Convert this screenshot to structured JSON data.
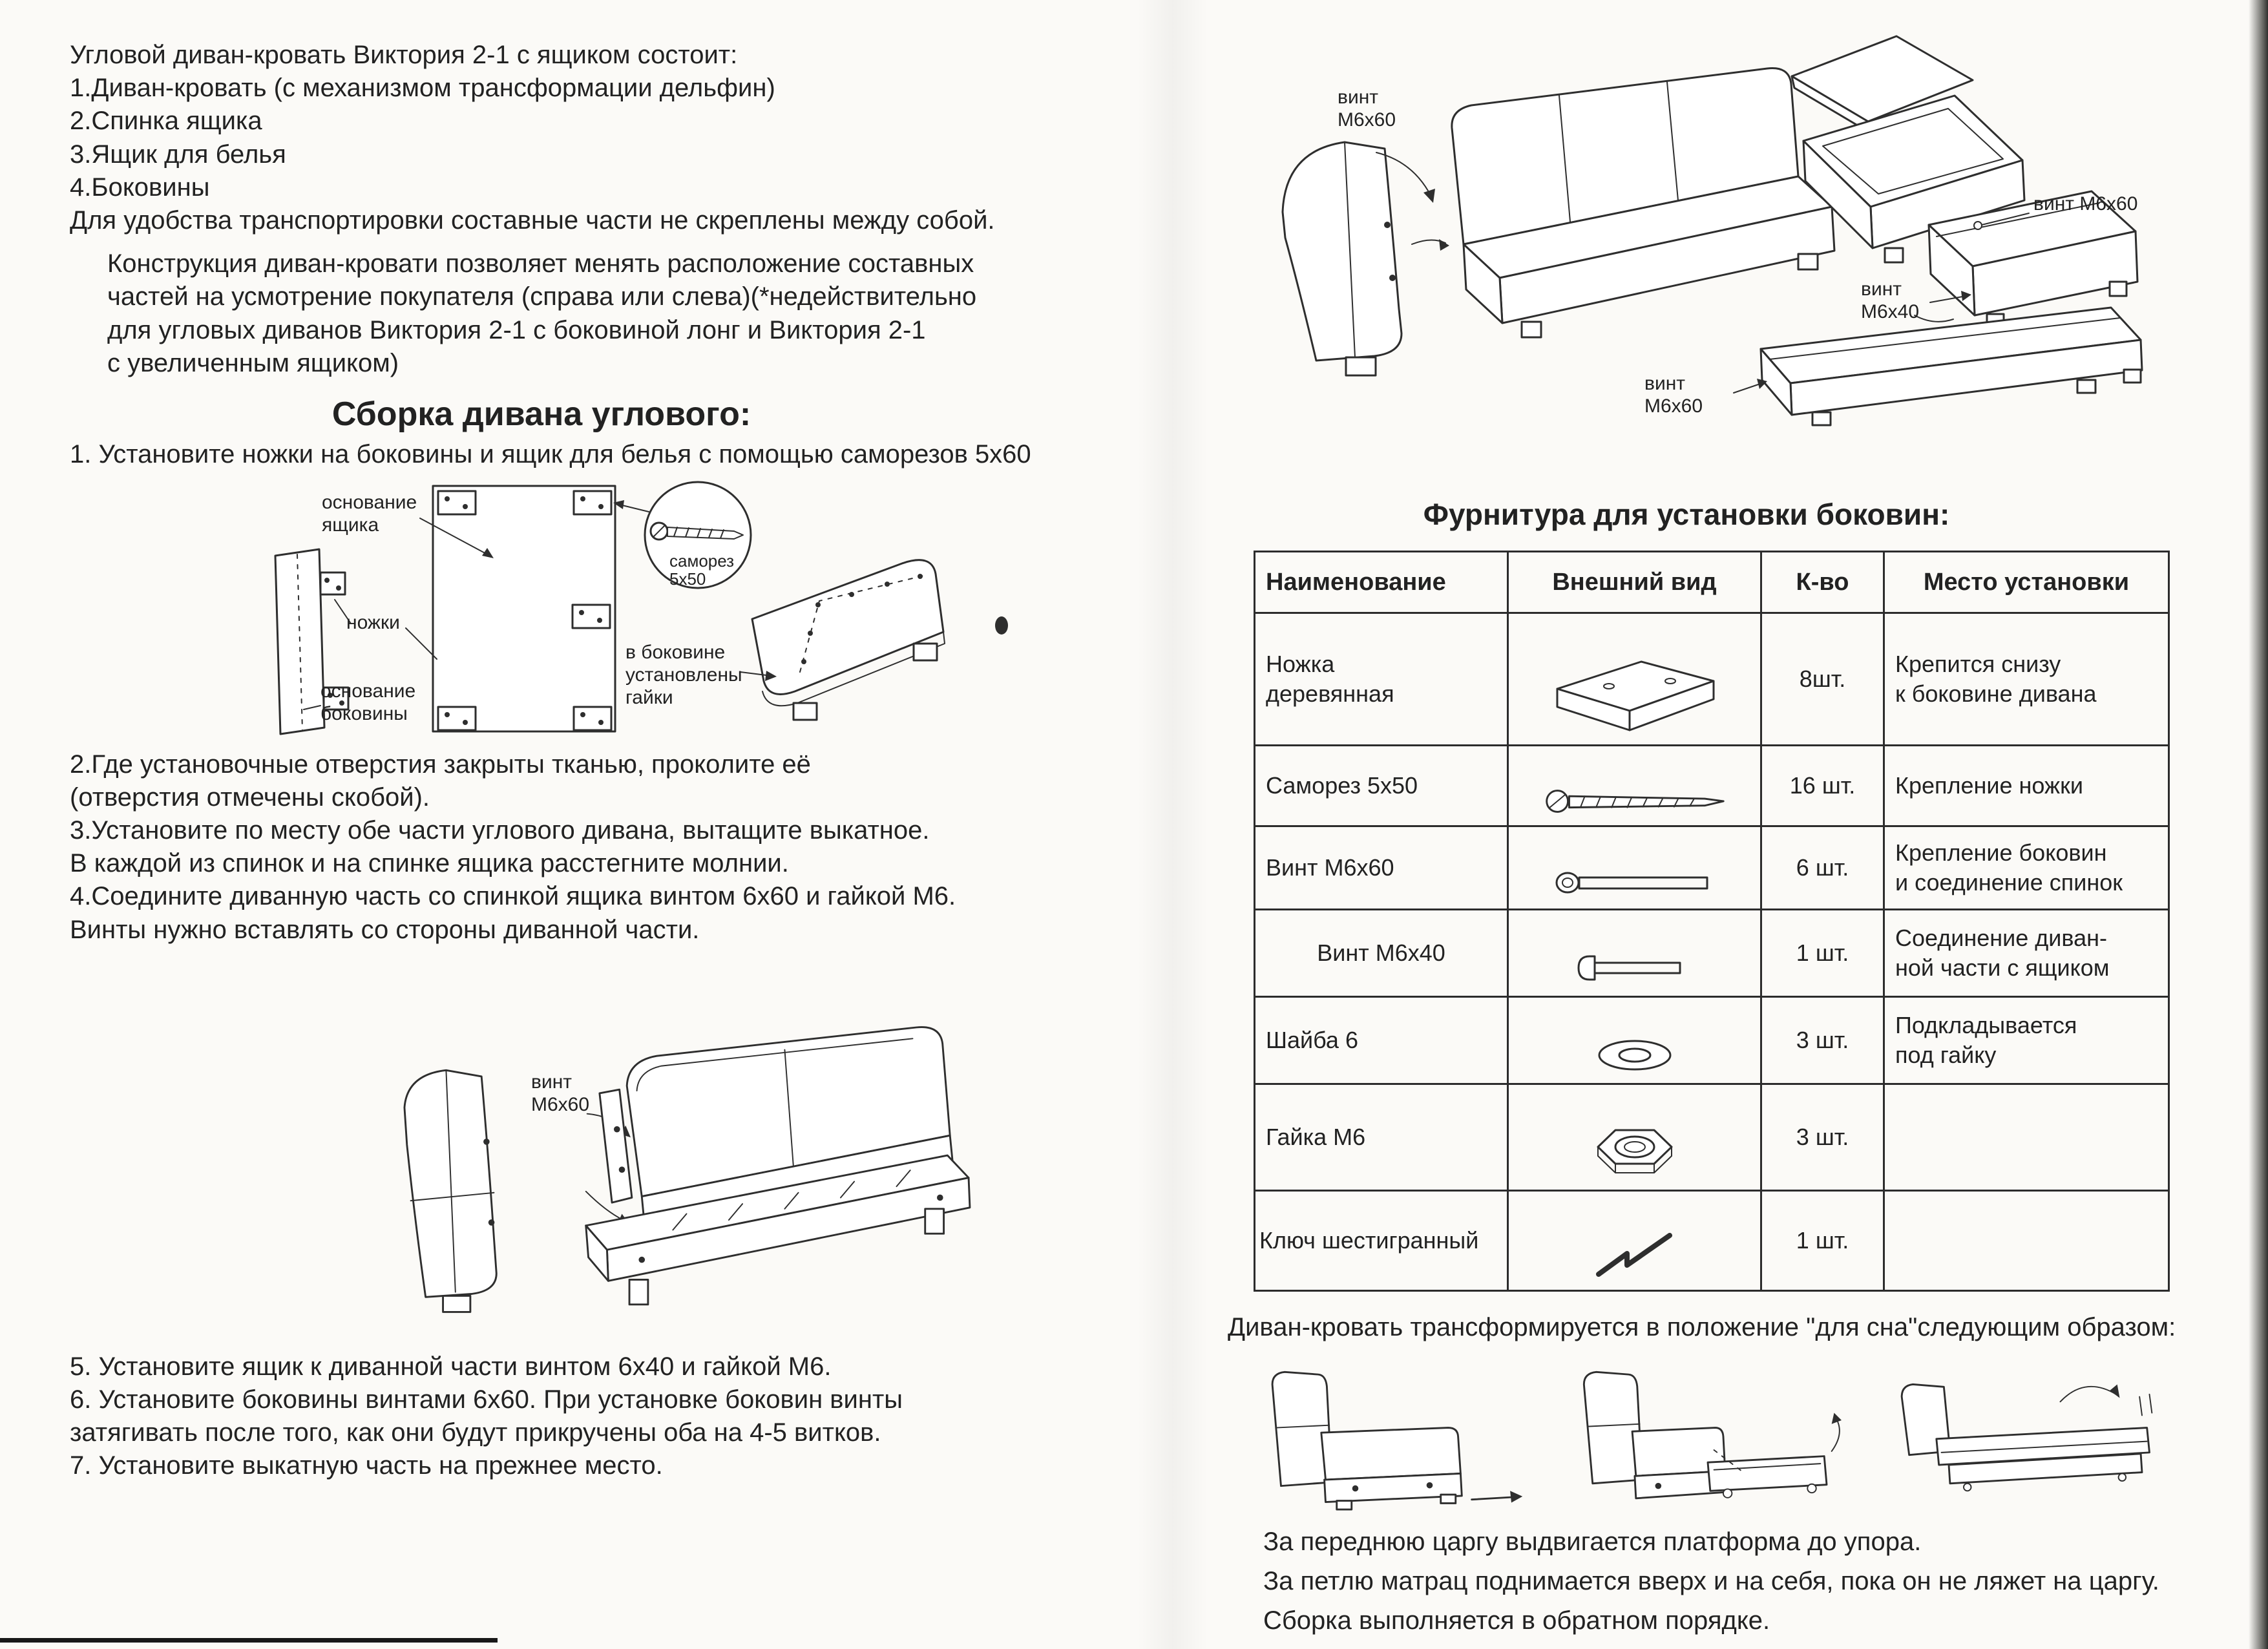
{
  "left": {
    "intro_title": "Угловой диван-кровать Виктория 2-1 с ящиком состоит:",
    "parts": [
      "1.Диван-кровать  (с механизмом трансформации дельфин)",
      "2.Спинка ящика",
      "3.Ящик для белья",
      "4.Боковины"
    ],
    "transport_note": "Для удобства транспортировки составные части не скреплены между собой.",
    "construction_note": "Конструкция диван-кровати позволяет менять расположение составных\nчастей на усмотрение покупателя (справа или слева)(*недействительно\nдля угловых диванов Виктория 2-1 с боковиной лонг и Виктория 2-1\nс увеличенным ящиком)",
    "assembly_heading": "Сборка дивана углового:",
    "steps": [
      "1. Установите ножки на боковины и ящик для белья с помощью саморезов 5х60",
      "2.Где установочные отверстия закрыты тканью, проколите её\n(отверстия отмечены скобой).",
      "3.Установите по месту обе части углового дивана, вытащите выкатное.\nВ каждой из спинок и на спинке ящика расстегните молнии.",
      "4.Соедините диванную часть со спинкой ящика винтом 6х60 и гайкой М6.\nВинты нужно вставлять со стороны диванной части.",
      "5. Установите ящик к диванной части винтом 6х40 и гайкой М6.",
      "6. Установите боковины  винтами 6х60. При установке боковин винты\nзатягивать после того, как они будут прикручены оба на 4-5 витков.",
      "7.  Установите выкатную часть на прежнее место."
    ],
    "diagram_legs": {
      "drawer_base": "основание\nящика",
      "legs": "ножки",
      "side_base": "основание\nбоковины",
      "screw": "саморез\n5х50",
      "nuts_note": "в боковине\nустановлены\nгайки"
    },
    "diagram_back": {
      "bolt": "винт\nМ6х60"
    }
  },
  "right": {
    "sofa_labels": {
      "left_bolt": "винт\nМ6х60",
      "right_bolt": "винт М6х60",
      "mid_bolt": "винт\nМ6х40",
      "bottom_bolt": "винт\nМ6х60"
    },
    "hardware_heading": "Фурнитура для установки боковин:",
    "table": {
      "headers": [
        "Наименование",
        "Внешний вид",
        "К-во",
        "Место установки"
      ],
      "rows": [
        {
          "name": "Ножка\nдеревянная",
          "qty": "8шт.",
          "place": "Крепится снизу\nк боковине дивана"
        },
        {
          "name": "Саморез 5х50",
          "qty": "16 шт.",
          "place": "Крепление ножки"
        },
        {
          "name": "Винт М6х60",
          "qty": "6 шт.",
          "place": "Крепление боковин\nи соединение спинок"
        },
        {
          "name": "Винт М6х40",
          "qty": "1 шт.",
          "place": "Соединение диван-\nной части с ящиком"
        },
        {
          "name": "Шайба 6",
          "qty": "3 шт.",
          "place": "Подкладывается\nпод гайку"
        },
        {
          "name": "Гайка М6",
          "qty": "3 шт.",
          "place": ""
        },
        {
          "name": "Ключ шестигранный",
          "qty": "1 шт.",
          "place": ""
        }
      ]
    },
    "transform_intro": "Диван-кровать трансформируется в положение \"для сна\"следующим образом:",
    "transform_steps": [
      "За переднюю царгу выдвигается платформа до упора.",
      "За петлю матрац поднимается вверх и на себя, пока он не ляжет на царгу.",
      "Сборка выполняется в обратном порядке."
    ]
  }
}
